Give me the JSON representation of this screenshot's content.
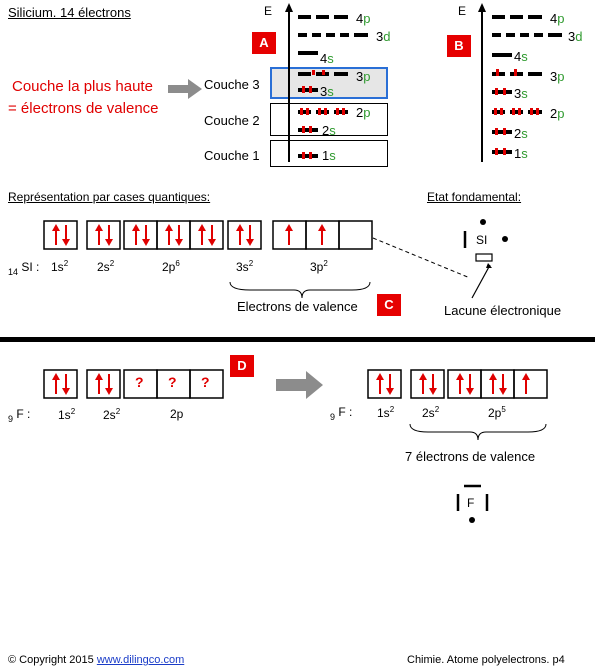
{
  "title": "Silicium. 14 électrons",
  "energy_axis_label": "E",
  "badges": {
    "a": "A",
    "b": "B",
    "c": "C",
    "d": "D"
  },
  "valence_note": {
    "line1": "Couche la plus haute",
    "line2": "= électrons de valence"
  },
  "shells": {
    "couche3": "Couche 3",
    "couche2": "Couche 2",
    "couche1": "Couche 1"
  },
  "levels_a": {
    "4p": "4p",
    "3d": "3d",
    "4s": "4s",
    "3p": "3p",
    "3s": "3s",
    "2p": "2p",
    "2s": "2s",
    "1s": "1s"
  },
  "levels_b": {
    "4p": "4p",
    "3d": "3d",
    "4s": "4s",
    "3p": "3p",
    "3s": "3s",
    "2p": "2p",
    "2s": "2s",
    "1s": "1s"
  },
  "quantum_heading": "Représentation par cases quantiques:",
  "ground_heading": "Etat fondamental:",
  "si_config": {
    "prefix_sub": "14",
    "symbol": "SI :",
    "labels": [
      {
        "base": "1s",
        "sup": "2"
      },
      {
        "base": "2s",
        "sup": "2"
      },
      {
        "base": "2p",
        "sup": "6"
      },
      {
        "base": "3s",
        "sup": "2"
      },
      {
        "base": "3p",
        "sup": "2"
      }
    ]
  },
  "lewis_si": "SI",
  "valence_electrons_label": "Electrons de valence",
  "lacune_label": "Lacune électronique",
  "f_config_left": {
    "prefix_sub": "9",
    "symbol": "F :",
    "labels": [
      {
        "base": "1s",
        "sup": "2"
      },
      {
        "base": "2s",
        "sup": "2"
      },
      {
        "base": "2p",
        "sup": ""
      }
    ],
    "unknown_mark": "?"
  },
  "f_config_right": {
    "prefix_sub": "9",
    "symbol": "F :",
    "labels": [
      {
        "base": "1s",
        "sup": "2"
      },
      {
        "base": "2s",
        "sup": "2"
      },
      {
        "base": "2p",
        "sup": "5"
      }
    ]
  },
  "f_valence_label": "7 électrons de valence",
  "lewis_f": "F",
  "footer": {
    "copyright": "© Copyright 2015",
    "link": "www.dilingco.com",
    "right": "Chimie. Atome polyelectrons. p4"
  },
  "colors": {
    "red": "#e00000",
    "green": "#2f9a2f",
    "badge": "#e60000",
    "highlight_border": "#2a6fd6",
    "highlight_fill": "#e6e6e6",
    "arrow_gray": "#8c8c8c"
  }
}
